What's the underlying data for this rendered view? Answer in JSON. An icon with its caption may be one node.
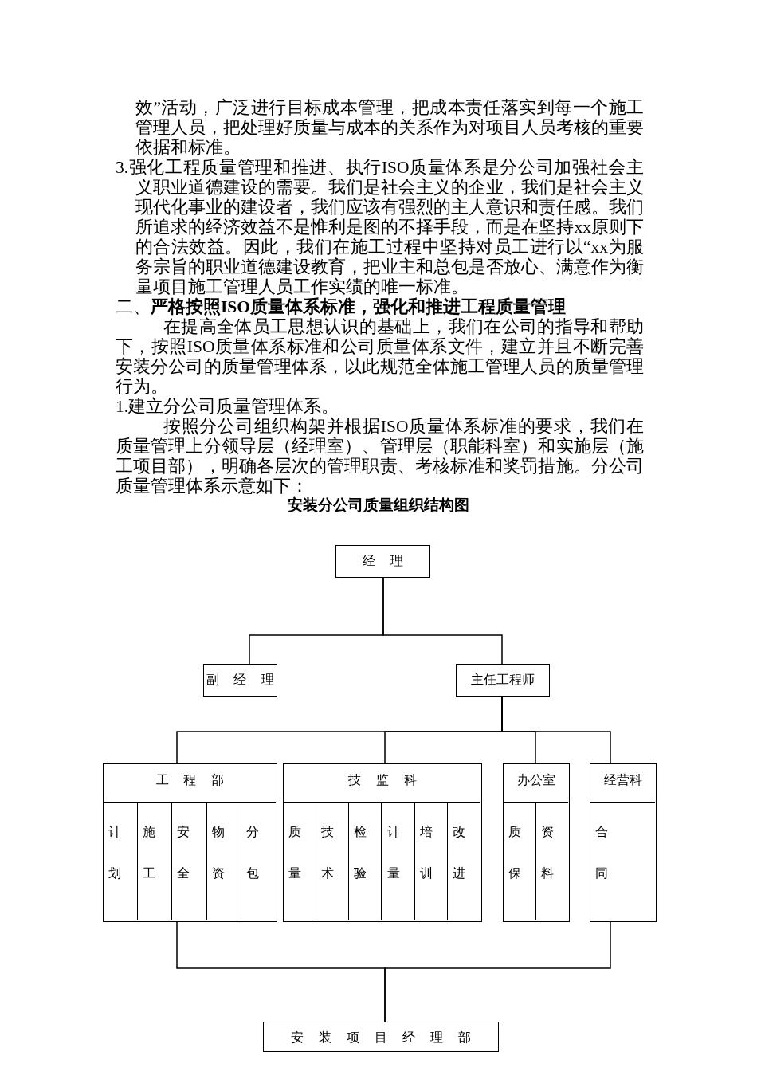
{
  "diagram": {
    "title": "安装分公司质量组织结构图",
    "nodes": [
      {
        "text": [
          "经 理"
        ]
      },
      {
        "text": [
          "副 经 理"
        ]
      },
      {
        "text": [
          "主任工程师"
        ]
      },
      {
        "text": [
          "工 程 部"
        ]
      },
      {
        "text": [
          "计划"
        ],
        "in": 3
      },
      {
        "text": [
          "施工"
        ],
        "in": 3
      },
      {
        "text": [
          "安全"
        ],
        "in": 3
      },
      {
        "text": [
          "物资"
        ],
        "in": 3
      },
      {
        "text": [
          "分包"
        ],
        "in": 3
      },
      {
        "text": [
          "技 监 科"
        ]
      },
      {
        "text": [
          "质量"
        ],
        "in": 9
      },
      {
        "text": [
          "技术"
        ],
        "in": 9
      },
      {
        "text": [
          "检验"
        ],
        "in": 9
      },
      {
        "text": [
          "计量"
        ],
        "in": 9
      },
      {
        "text": [
          "培训"
        ],
        "in": 9
      },
      {
        "text": [
          "改进"
        ],
        "in": 9
      },
      {
        "text": [
          "办公室"
        ]
      },
      {
        "text": [
          "质保"
        ],
        "in": 16
      },
      {
        "text": [
          "资料"
        ],
        "in": 16
      },
      {
        "text": [
          "经营科"
        ]
      },
      {
        "text": [
          "合同"
        ],
        "in": 19
      },
      {
        "text": [
          "安 装 项 目 经 理 部"
        ]
      }
    ],
    "edges": [
      {
        "from": 0,
        "to": 1,
        "arrow": "none"
      },
      {
        "from": 0,
        "to": 2,
        "arrow": "none"
      },
      {
        "from": 2,
        "to": 3,
        "arrow": "none"
      },
      {
        "from": 2,
        "to": 9,
        "arrow": "none"
      },
      {
        "from": 2,
        "to": 16,
        "arrow": "none"
      },
      {
        "from": 2,
        "to": 19,
        "arrow": "none"
      },
      {
        "from": 3,
        "to": 21,
        "arrow": "none"
      },
      {
        "from": 19,
        "to": 21,
        "arrow": "none"
      }
    ],
    "labels": [
      "效”活动，广泛进行目标成本管理，把成本责任落实到每一个施工管理人员，把处理好质量与成本的关系作为对项目人员考核的重要依据和标准。",
      "3.强化工程质量管理和推进、执行ISO质量体系是分公司加强社会主义职业道德建设的需要。我们是社会主义的企业，我们是社会主义现代化事业的建设者，我们应该有强烈的主人意识和责任感。我们所追求的经济效益不是惟利是图的不择手段，而是在坚持xx原则下的合法效益。因此，我们在施工过程中坚持对员工进行以“xx为服务宗旨的职业道德建设教育，把业主和总包是否放心、满意作为衡量项目施工管理人员工作实绩的唯一标准。",
      "二、**严格按照ISO质量体系标准，强化和推进工程质量管理**",
      "在提高全体员工思想认识的基础上，我们在公司的指导和帮助下，按照ISO质量体系标准和公司质量体系文件，建立并且不断完善安装分公司的质量管理体系，以此规范全体施工管理人员的质量管理行为。",
      "1.建立分公司质量管理体系。",
      "按照分公司组织构架并根据ISO质量体系标准的要求，我们在质量管理上分领导层（经理室）、管理层（职能科室）和实施层（施工项目部），明确各层次的管理职责、考核标准和奖罚措施。分公司质量管理体系示意如下："
    ]
  }
}
